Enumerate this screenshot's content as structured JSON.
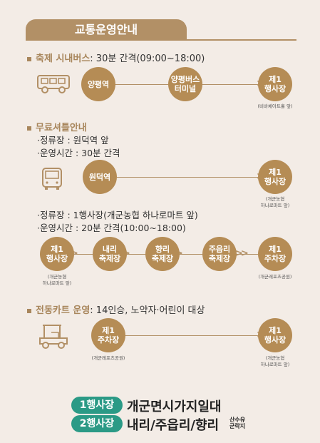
{
  "header": {
    "title": "교통운영안내"
  },
  "section1": {
    "label": "축제 시내버스",
    "detail": ": 30분 간격(09:00~18:00)",
    "stops": [
      "양평역",
      "양평버스\n터미널",
      "제1\n행사장"
    ],
    "note": "(비바체아트홀 앞)"
  },
  "section2": {
    "label": "무료셔틀안내",
    "lineA1": "·정류장 : 원덕역 앞",
    "lineA2": "·운영시간 : 30분 간격",
    "stopsA": [
      "원덕역",
      "제1\n행사장"
    ],
    "noteA": "(개군농협\n하나로마트 앞)",
    "lineB1": "·정류장 : 1행사장(개군농협 하나로마트 앞)",
    "lineB2": "·운영시간 : 20분 간격(10:00~18:00)",
    "stopsB": [
      "제1\n행사장",
      "내리\n축제장",
      "향리\n축제장",
      "주읍리\n축제장",
      "제1\n주차장"
    ],
    "noteB1": "(개군농협\n하나로마트 앞)",
    "noteB2": "(개군레포츠공원)"
  },
  "section3": {
    "label": "전동카트 운영",
    "detail": ": 14인승, 노약자·어린이 대상",
    "stops": [
      "제1\n주차장",
      "제1\n행사장"
    ],
    "note1": "(개군레포츠공원)",
    "note2": "(개군농협\n하나로마트 앞)"
  },
  "legend": {
    "pill1": "1행사장",
    "text1": "개군면시가지일대",
    "pill2": "2행사장",
    "text2": "내리/주읍리/향리",
    "tiny": "산수유\n군락지"
  },
  "colors": {
    "accent": "#b29066",
    "circle": "#b58c55",
    "teal": "#2b9a86",
    "bg": "#f3ece6"
  },
  "icons": [
    "bus-icon",
    "shuttle-bus-icon",
    "cart-icon"
  ]
}
